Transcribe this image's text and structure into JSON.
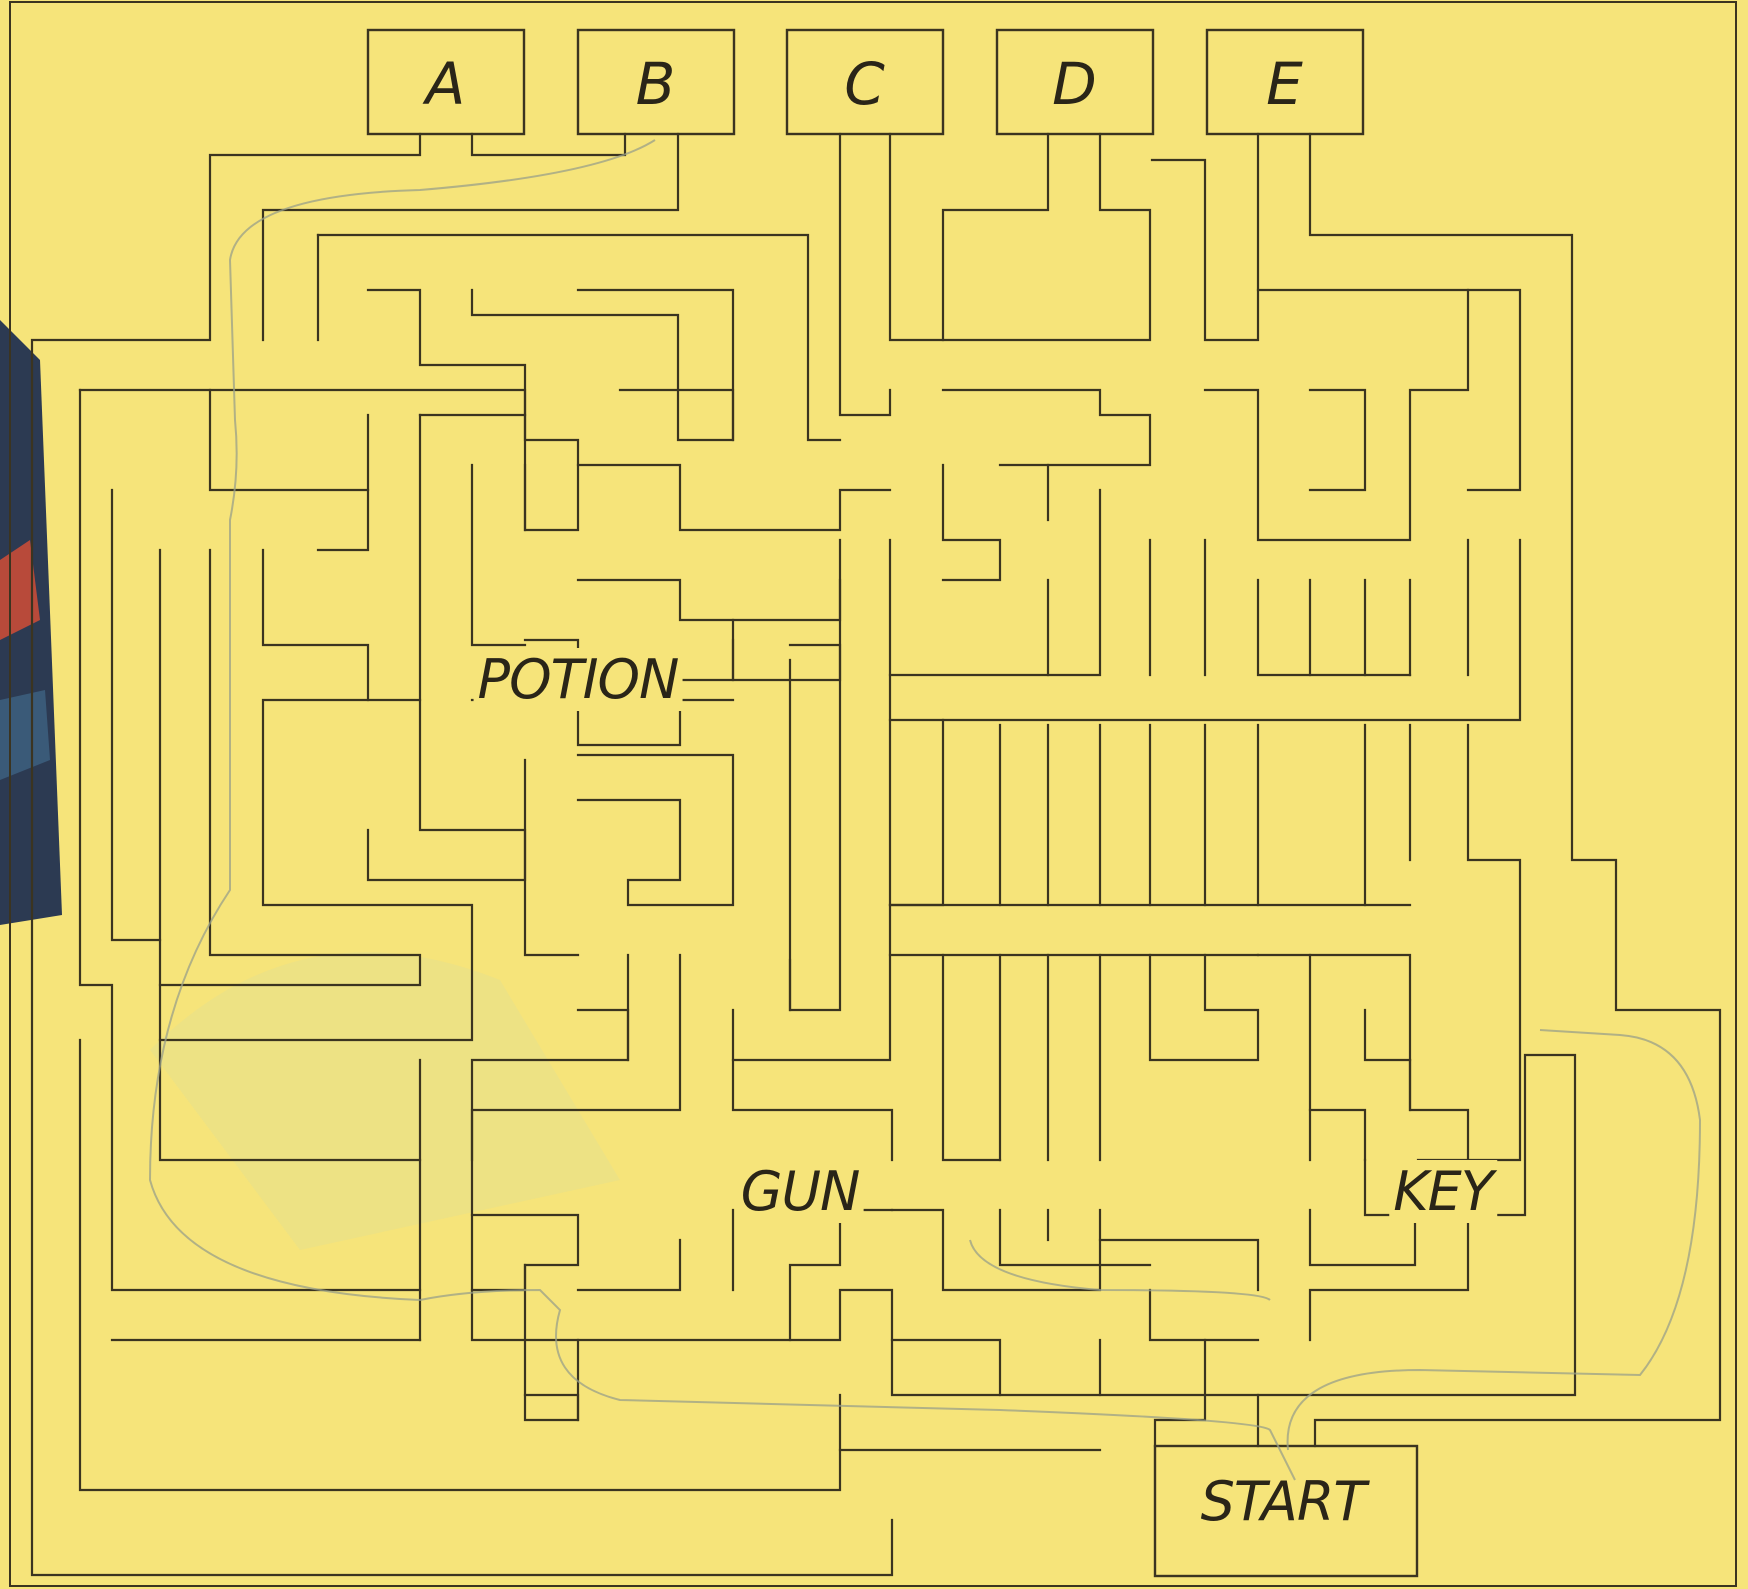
{
  "diagram": {
    "doors": [
      {
        "id": "A",
        "label": "A"
      },
      {
        "id": "B",
        "label": "B"
      },
      {
        "id": "C",
        "label": "C"
      },
      {
        "id": "D",
        "label": "D"
      },
      {
        "id": "E",
        "label": "E"
      }
    ],
    "items": {
      "potion": "POTION",
      "gun": "GUN",
      "key": "KEY",
      "start": "START"
    }
  },
  "colors": {
    "paper": "#f6e47a",
    "ink": "#3b3420",
    "pencil": "#9aa08a"
  }
}
